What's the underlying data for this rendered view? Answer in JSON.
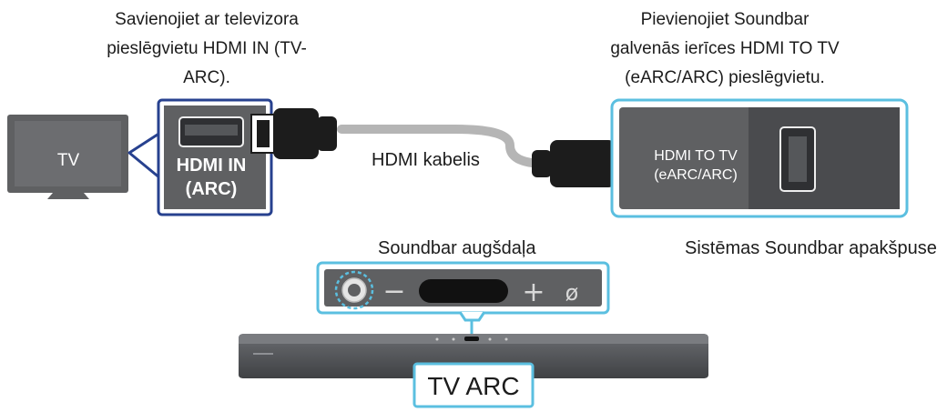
{
  "captions": {
    "left": [
      "Savienojiet ar televizora",
      "pieslēgvietu HDMI IN (TV-",
      "ARC)."
    ],
    "right": [
      "Pievienojiet Soundbar",
      "galvenās ierīces HDMI TO TV",
      "(eARC/ARC) pieslēgvietu."
    ]
  },
  "tv": {
    "label": "TV"
  },
  "tv_port": {
    "line1": "HDMI IN",
    "line2": "(ARC)"
  },
  "cable": {
    "label": "HDMI kabelis"
  },
  "soundbar_port": {
    "line1": "HDMI TO TV",
    "line2": "(eARC/ARC)"
  },
  "panel": {
    "top_label": "Soundbar augšdaļa",
    "bottom_label": "Sistēmas Soundbar apakšpuse",
    "minus": "−",
    "plus": "+",
    "mute": "ø"
  },
  "badge": {
    "label": "TV ARC"
  },
  "colors": {
    "accent": "#5bbfe0",
    "tv_highlight": "#27418f",
    "port_gray": "#5f6062",
    "cable_gray": "#b5b5b5",
    "soundbar_body": "#55575a"
  }
}
